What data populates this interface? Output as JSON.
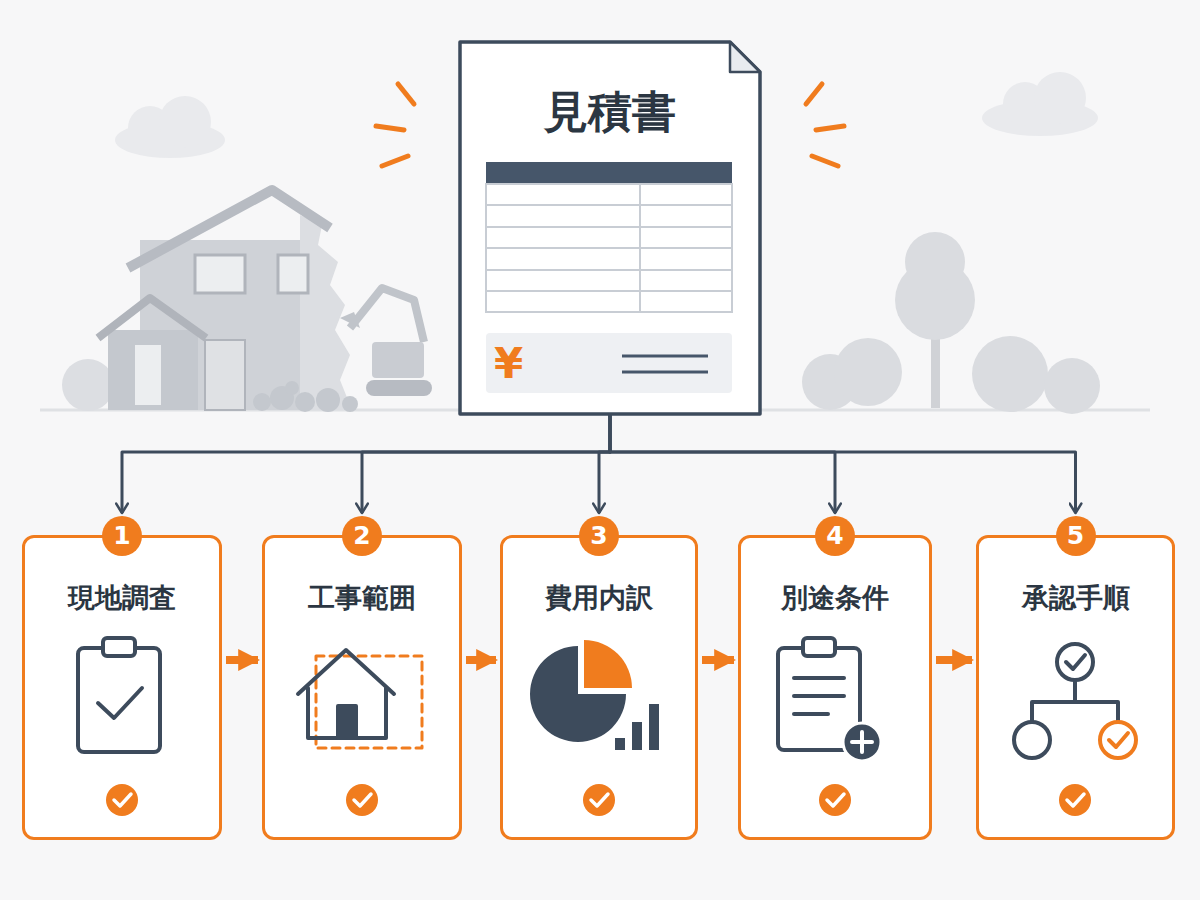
{
  "diagram": {
    "nodes": [
      {
        "text": [
          "見積書",
          "¥"
        ]
      },
      {
        "text": [
          "1",
          "現地調査"
        ]
      },
      {
        "text": [
          "2",
          "工事範囲"
        ]
      },
      {
        "text": [
          "3",
          "費用内訳"
        ]
      },
      {
        "text": [
          "4",
          "別途条件"
        ]
      },
      {
        "text": [
          "5",
          "承認手順"
        ]
      }
    ],
    "edges": [
      {
        "from": 0,
        "to": 1,
        "arrow": "to"
      },
      {
        "from": 0,
        "to": 2,
        "arrow": "to"
      },
      {
        "from": 0,
        "to": 3,
        "arrow": "to"
      },
      {
        "from": 0,
        "to": 4,
        "arrow": "to"
      },
      {
        "from": 0,
        "to": 5,
        "arrow": "to"
      },
      {
        "from": 1,
        "to": 2,
        "arrow": "to"
      },
      {
        "from": 2,
        "to": 3,
        "arrow": "to"
      },
      {
        "from": 3,
        "to": 4,
        "arrow": "to"
      },
      {
        "from": 4,
        "to": 5,
        "arrow": "to"
      }
    ]
  }
}
